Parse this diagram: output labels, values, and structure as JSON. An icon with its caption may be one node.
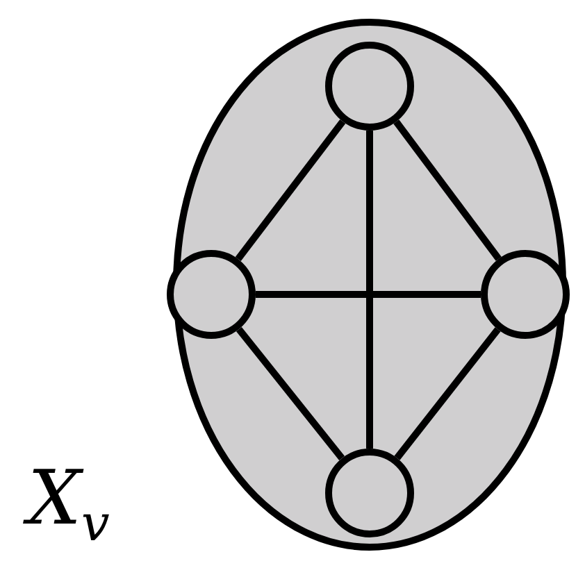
{
  "diagram": {
    "nodes": [
      {
        "text": [
          "X$_{v}$"
        ]
      },
      {
        "text": [],
        "shape": "circle",
        "in": 0
      },
      {
        "text": [],
        "shape": "circle",
        "in": 0
      },
      {
        "text": [],
        "shape": "circle",
        "in": 0
      },
      {
        "text": [],
        "shape": "circle",
        "in": 0
      }
    ],
    "edges": [
      {
        "from": 1,
        "to": 2,
        "arrow": "none"
      },
      {
        "from": 1,
        "to": 3,
        "arrow": "none"
      },
      {
        "from": 1,
        "to": 4,
        "arrow": "none"
      },
      {
        "from": 2,
        "to": 3,
        "arrow": "none"
      },
      {
        "from": 2,
        "to": 4,
        "arrow": "none"
      },
      {
        "from": 3,
        "to": 4,
        "arrow": "none"
      }
    ]
  }
}
